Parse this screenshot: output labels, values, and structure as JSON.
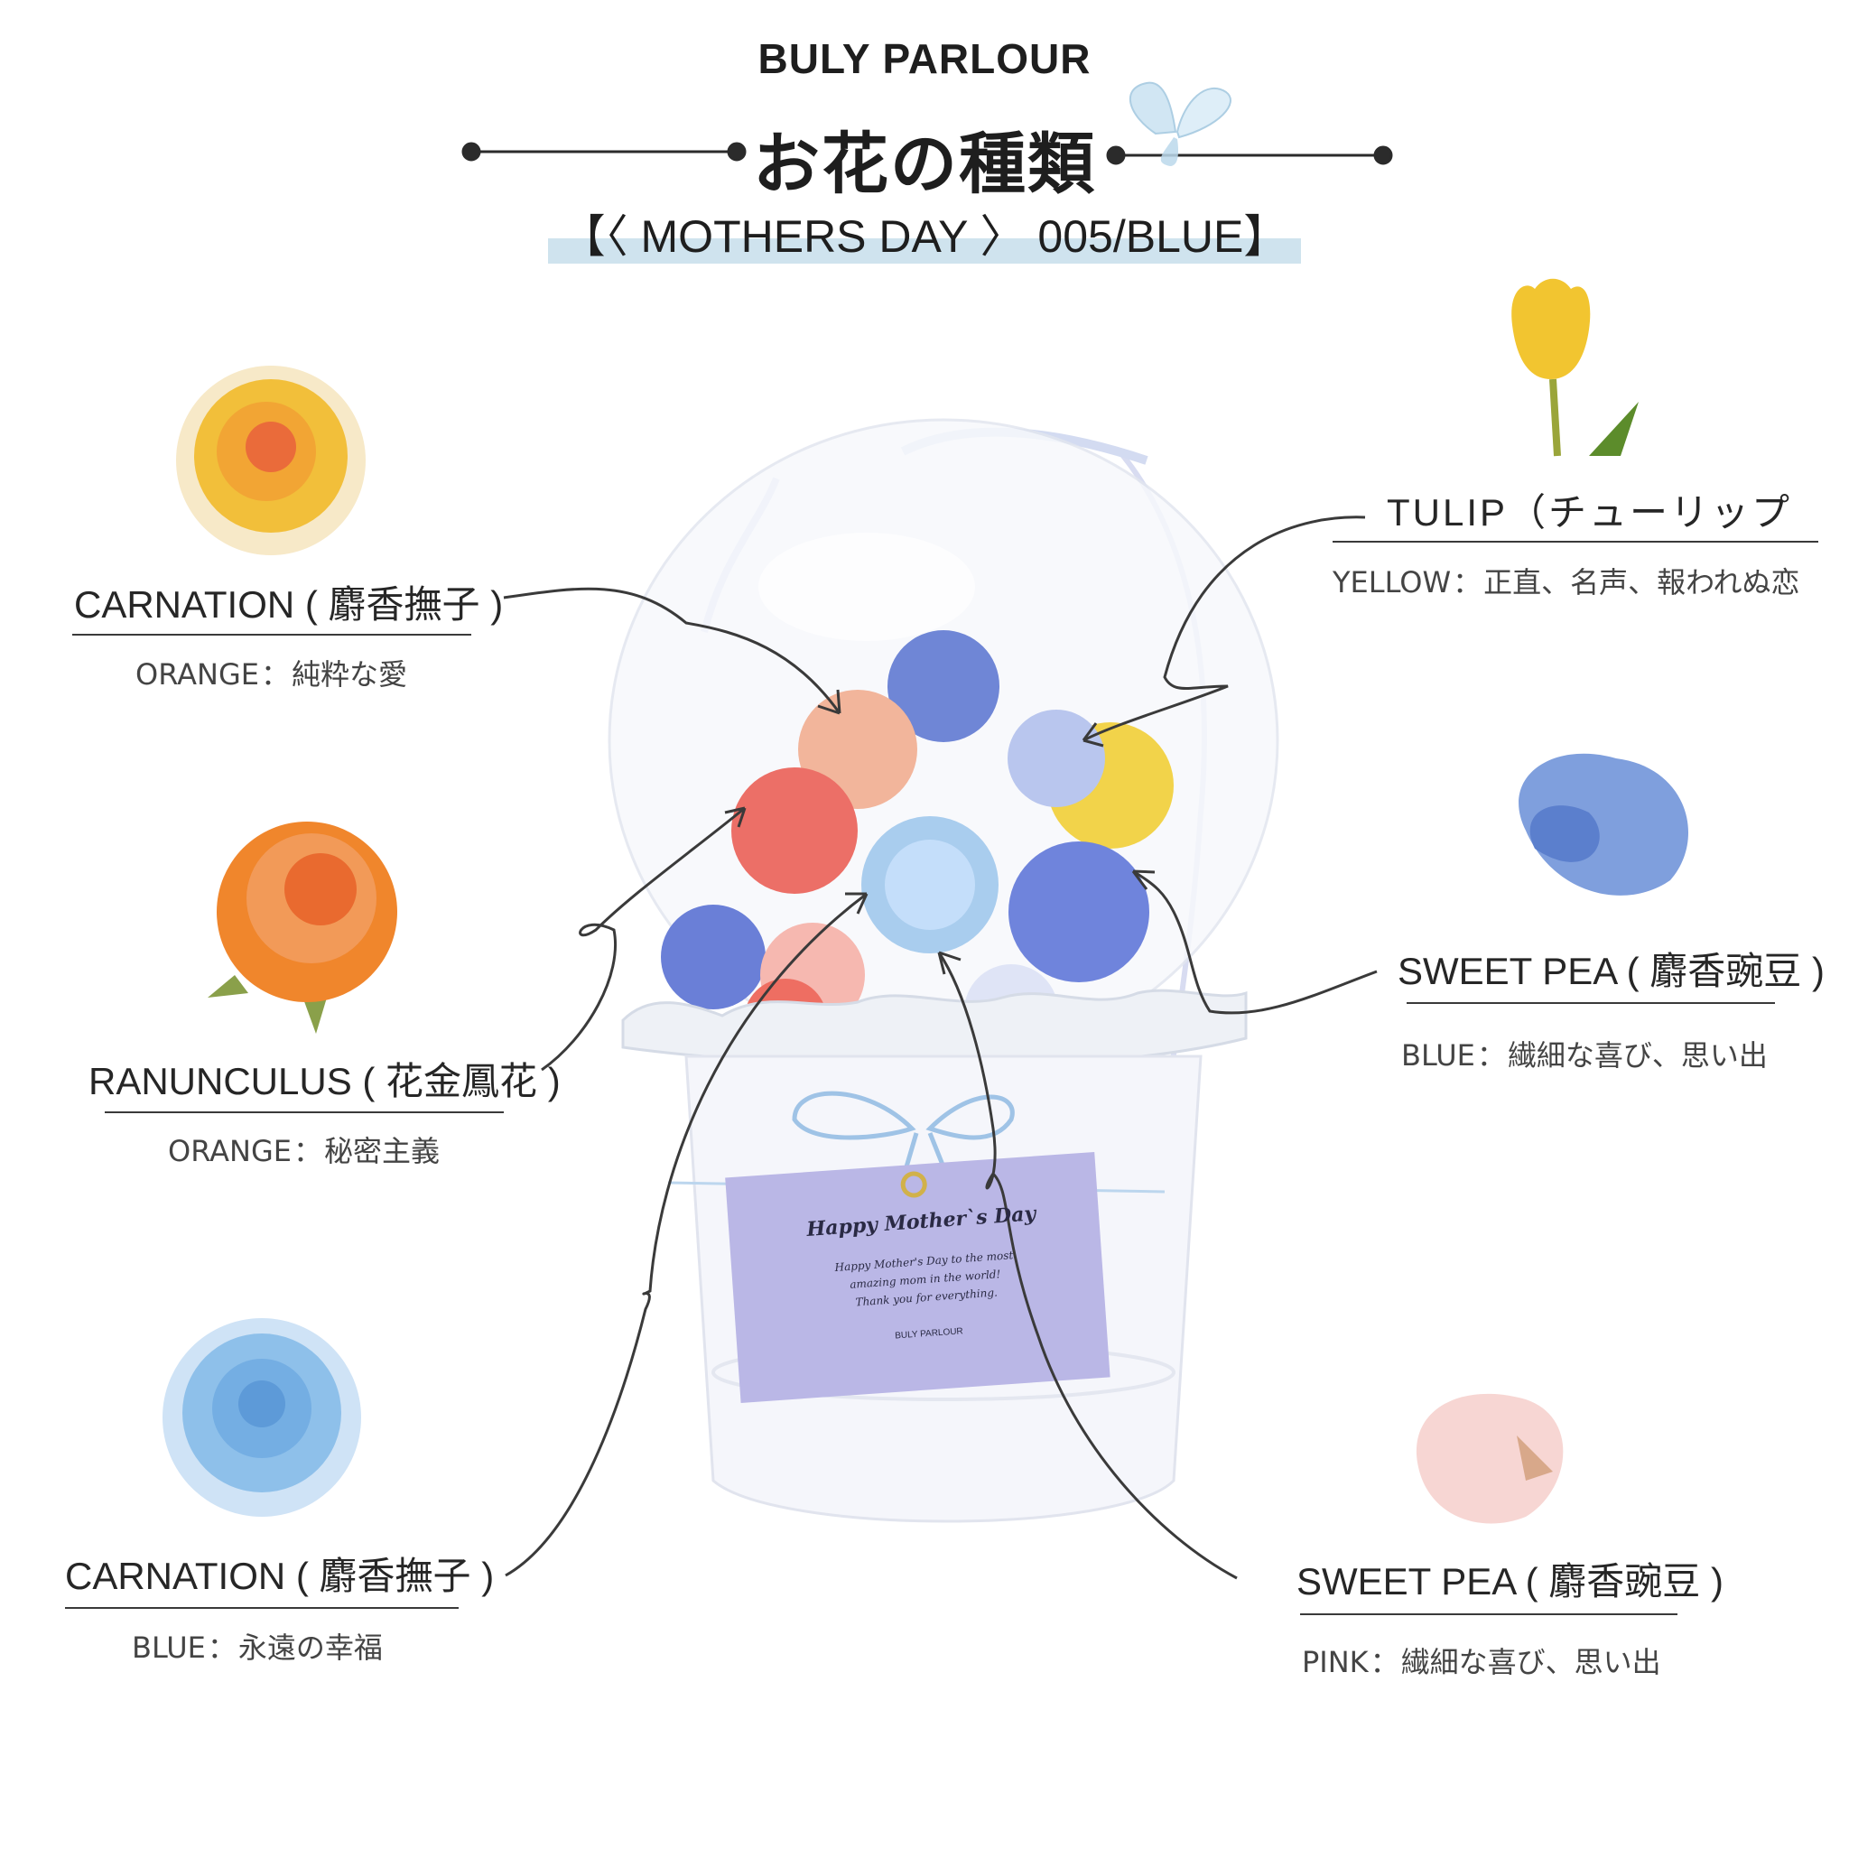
{
  "header": {
    "brand": "BULY PARLOUR",
    "title": "お花の種類",
    "subtitle": "【〈 MOTHERS DAY 〉 005/BLUE】"
  },
  "flowers": {
    "carnation_orange": {
      "name": "CARNATION ( 麝香撫子 )",
      "color": "ORANGE",
      "meaning": "純粋な愛"
    },
    "ranunculus_orange": {
      "name": "RANUNCULUS ( 花金鳳花 )",
      "color": "ORANGE",
      "meaning": "秘密主義"
    },
    "carnation_blue": {
      "name": "CARNATION ( 麝香撫子 )",
      "color": "BLUE",
      "meaning": "永遠の幸福"
    },
    "tulip_yellow": {
      "name": "TULIP（チューリップ",
      "color": "YELLOW",
      "meaning": "正直、名声、報われぬ恋"
    },
    "sweet_pea_blue": {
      "name": "SWEET PEA ( 麝香豌豆 )",
      "color": "BLUE",
      "meaning": "繊細な喜び、思い出"
    },
    "sweet_pea_pink": {
      "name": "SWEET PEA ( 麝香豌豆 )",
      "color": "PINK",
      "meaning": "繊細な喜び、思い出"
    }
  },
  "card": {
    "heading": "Happy Mother`s Day",
    "line1": "Happy Mother's Day to the most",
    "line2": "amazing mom in the world!",
    "line3": "Thank you for everything.",
    "brand": "BULY PARLOUR"
  },
  "colors": {
    "accent_blue": "#cfe3ee",
    "card_lavender": "#b9b6e6",
    "line": "#3a3a3a"
  }
}
